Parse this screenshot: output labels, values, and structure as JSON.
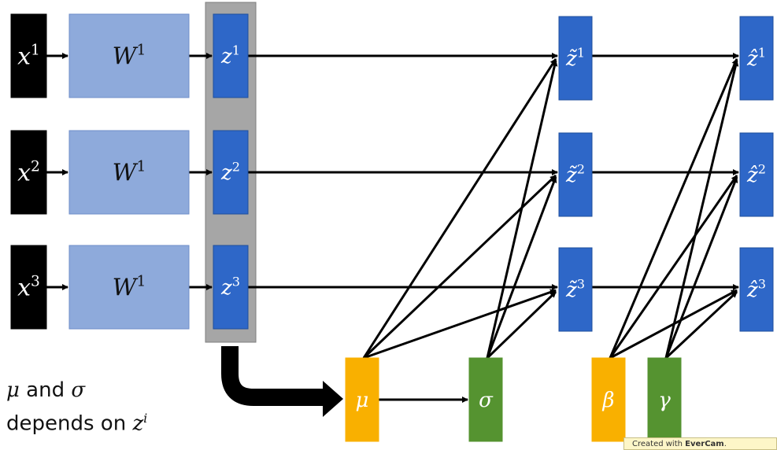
{
  "colors": {
    "input": "#000000",
    "weight": "#8eaadb",
    "weight_border": "#6f8ec8",
    "z": "#2e67c8",
    "z_border": "#1f4f9c",
    "group_bg": "#a6a6a6",
    "group_border": "#7f7f7f",
    "mu": "#f9b000",
    "beta": "#f9b000",
    "sigma": "#559330",
    "gamma": "#559330",
    "arrow": "#000000"
  },
  "rows": [
    {
      "x": {
        "base": "x",
        "sup": "1"
      },
      "w": {
        "base": "W",
        "sup": "1"
      },
      "z": {
        "base": "z",
        "sup": "1"
      },
      "zt": {
        "base": "z̃",
        "sup": "1"
      },
      "zh": {
        "base": "ẑ",
        "sup": "1"
      }
    },
    {
      "x": {
        "base": "x",
        "sup": "2"
      },
      "w": {
        "base": "W",
        "sup": "1"
      },
      "z": {
        "base": "z",
        "sup": "2"
      },
      "zt": {
        "base": "z̃",
        "sup": "2"
      },
      "zh": {
        "base": "ẑ",
        "sup": "2"
      }
    },
    {
      "x": {
        "base": "x",
        "sup": "3"
      },
      "w": {
        "base": "W",
        "sup": "1"
      },
      "z": {
        "base": "z",
        "sup": "3"
      },
      "zt": {
        "base": "z̃",
        "sup": "3"
      },
      "zh": {
        "base": "ẑ",
        "sup": "3"
      }
    }
  ],
  "stats": {
    "mu": "μ",
    "sigma": "σ",
    "beta": "β",
    "gamma": "γ"
  },
  "note": {
    "line1_sym1": "μ",
    "line1_text": " and ",
    "line1_sym2": "σ",
    "line2_text": "depends on ",
    "line2_sym": "z",
    "line2_sup": "i"
  },
  "watermark": {
    "prefix": "Created with ",
    "brand": "EverCam",
    "suffix": "."
  }
}
